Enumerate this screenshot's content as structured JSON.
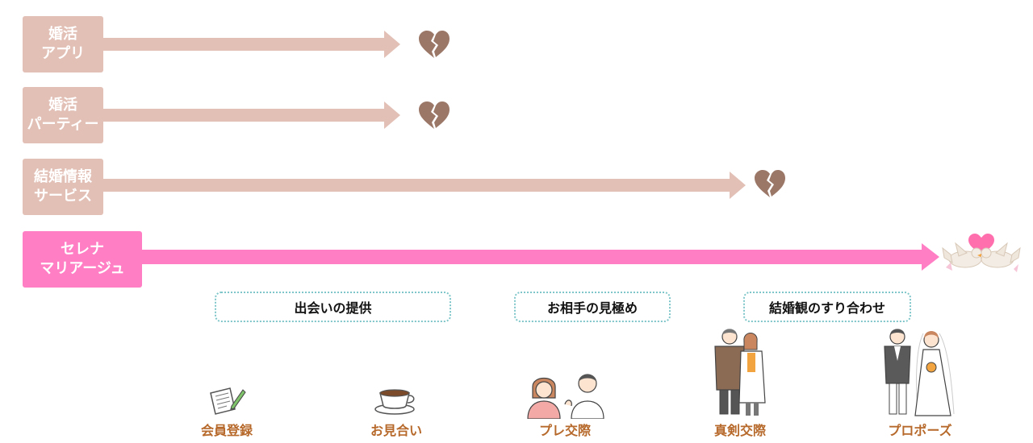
{
  "colors": {
    "muted": "#e2c0b6",
    "highlight": "#ff7ec4",
    "heart": "#9b7768",
    "phase_border": "#7ec6c9",
    "step_text": "#b6692a"
  },
  "services": [
    {
      "line1": "婚活",
      "line2": "アプリ",
      "outcome_icon": "broken-heart-icon"
    },
    {
      "line1": "婚活",
      "line2": "パーティー",
      "outcome_icon": "broken-heart-icon"
    },
    {
      "line1": "結婚情報",
      "line2": "サービス",
      "outcome_icon": "broken-heart-icon"
    },
    {
      "line1": "セレナ",
      "line2": "マリアージュ",
      "outcome_icon": "doves-heart-icon"
    }
  ],
  "phases": [
    "出会いの提供",
    "お相手の見極め",
    "結婚観のすり合わせ"
  ],
  "steps": [
    {
      "label": "会員登録",
      "icon": "registration-form-icon"
    },
    {
      "label": "お見合い",
      "icon": "coffee-cup-icon"
    },
    {
      "label": "プレ交際",
      "icon": "couple-talking-icon"
    },
    {
      "label": "真剣交際",
      "icon": "couple-standing-icon"
    },
    {
      "label": "プロポーズ",
      "icon": "wedding-couple-icon"
    }
  ]
}
